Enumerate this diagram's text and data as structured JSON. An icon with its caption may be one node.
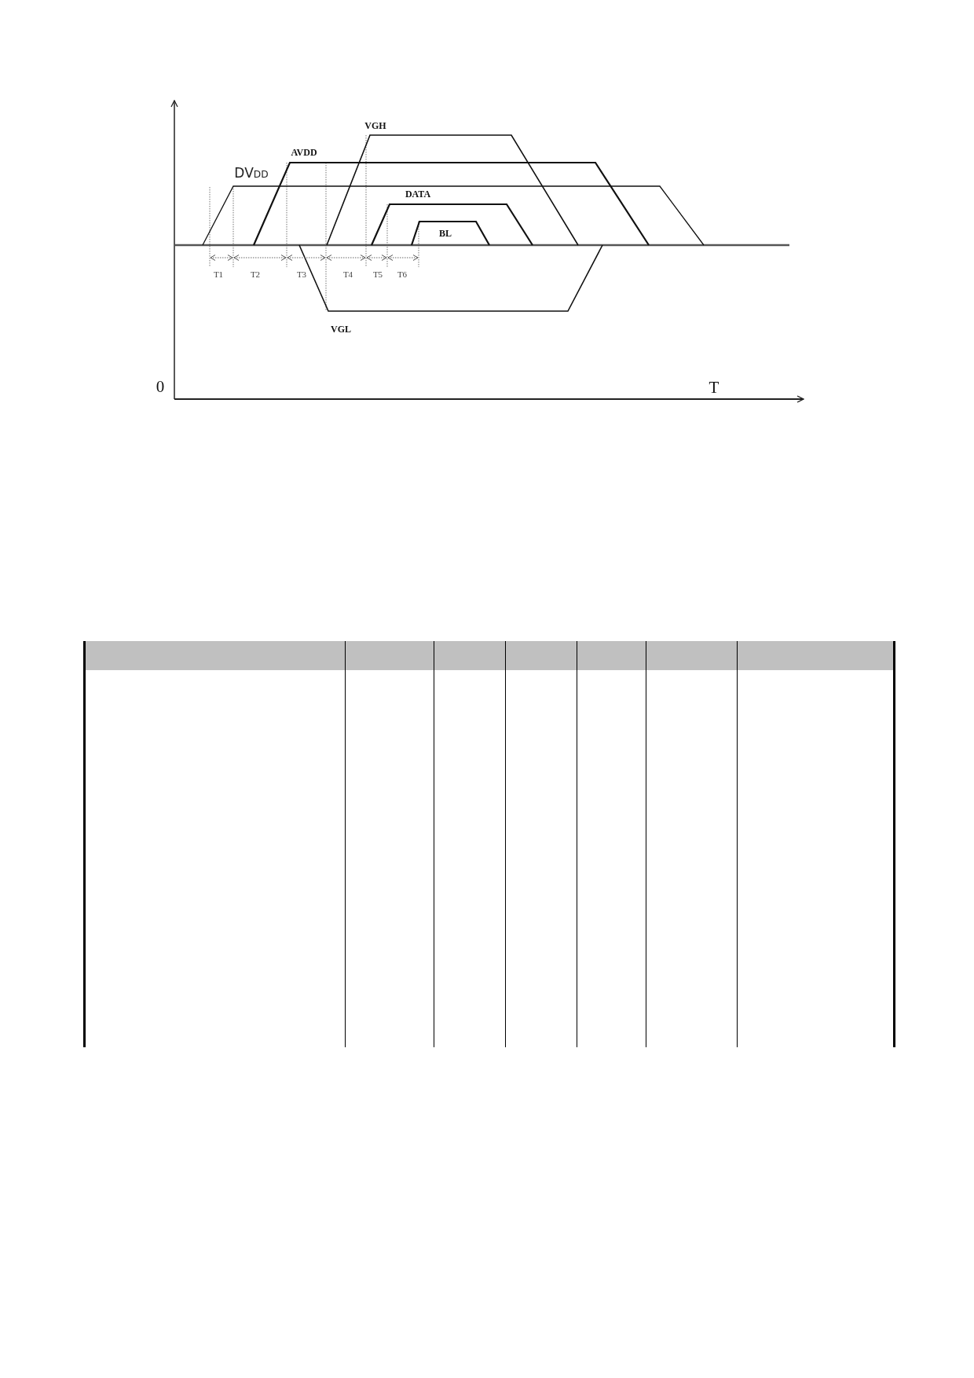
{
  "diagram": {
    "labels": [
      "VGH",
      "AVDD",
      "DV$_{DD}$",
      "DATA",
      "BL",
      "T1",
      "T2",
      "T3",
      "T4",
      "T5",
      "T6",
      "VGL",
      "0",
      "T"
    ]
  }
}
